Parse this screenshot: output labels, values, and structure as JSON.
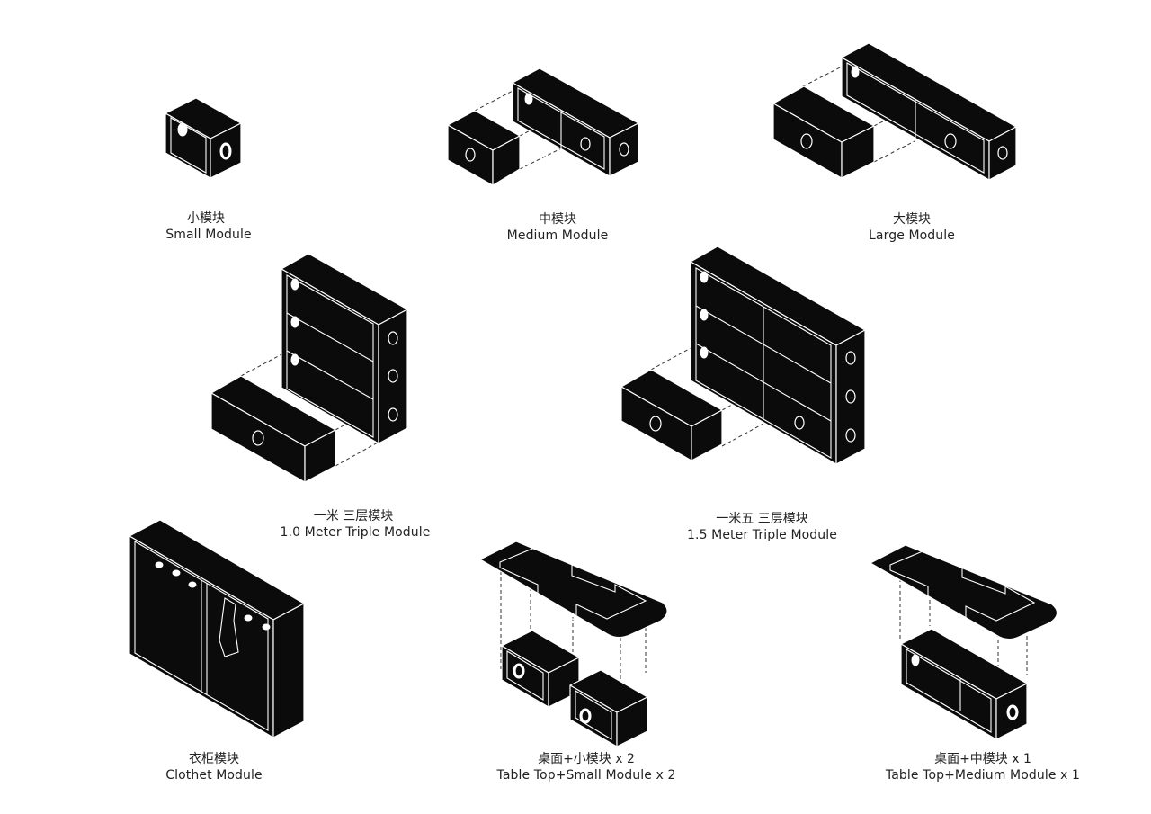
{
  "modules": [
    {
      "cn": "小模块",
      "en": "Small Module"
    },
    {
      "cn": "中模块",
      "en": "Medium Module"
    },
    {
      "cn": "大模块",
      "en": "Large Module"
    },
    {
      "cn": "一米 三层模块",
      "en": "1.0 Meter Triple Module"
    },
    {
      "cn": "一米五 三层模块",
      "en": "1.5 Meter Triple Module"
    },
    {
      "cn": "衣柜模块",
      "en": "Clothet Module"
    },
    {
      "cn": "桌面+小模块 x 2",
      "en": "Table Top+Small Module x 2"
    },
    {
      "cn": "桌面+中模块 x 1",
      "en": "Table Top+Medium Module x 1"
    }
  ],
  "colors": {
    "fill": "#0b0b0b",
    "line": "#ffffff",
    "text": "#222222"
  }
}
